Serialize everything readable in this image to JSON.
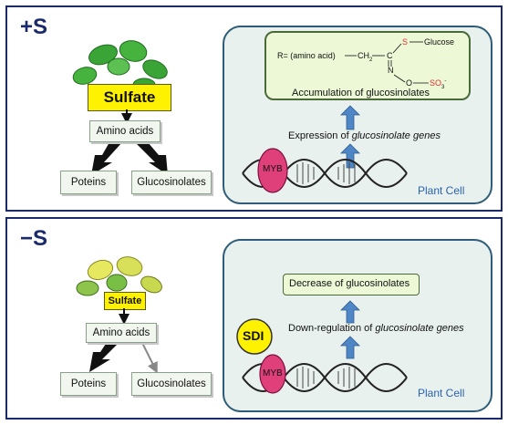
{
  "top_panel": {
    "title": "+S",
    "sulfate": "Sulfate",
    "amino_acids": "Amino acids",
    "proteins": "Poteins",
    "glucosinolates": "Glucosinolates",
    "chem_r": "R= (amino acid) ",
    "chem_ch2": "CH",
    "chem_ch2_sub": "2",
    "chem_c": "C",
    "chem_s": "S",
    "chem_glucose": "Glucose",
    "chem_n": "N",
    "chem_o": "O",
    "chem_so": "SO",
    "chem_so_sub": "3",
    "chem_so_sup": "-",
    "accumulation": "Accumulation of glucosinolates",
    "expression_prefix": "Expression of ",
    "expression_italic": "glucosinolate genes",
    "myb": "MYB",
    "cell_label": "Plant Cell"
  },
  "bottom_panel": {
    "title": "−S",
    "sulfate": "Sulfate",
    "amino_acids": "Amino acids",
    "proteins": "Poteins",
    "glucosinolates": "Glucosinolates",
    "decrease": "Decrease of glucosinolates",
    "downreg_prefix": "Down-regulation of ",
    "downreg_italic": "glucosinolate genes",
    "sdi": "SDI",
    "myb": "MYB",
    "cell_label": "Plant Cell"
  },
  "colors": {
    "border": "#1a2a6a",
    "cell_border": "#2f5d79",
    "cell_fill": "#e9f1ee",
    "inner_fill": "#ecf8d6",
    "sulfate": "#fff200",
    "myb": "#e0407a",
    "sdi": "#fff200",
    "arrow_blue": "#4f86c6",
    "sulfur_red": "#e03030",
    "plant_green": "#3aa536"
  }
}
